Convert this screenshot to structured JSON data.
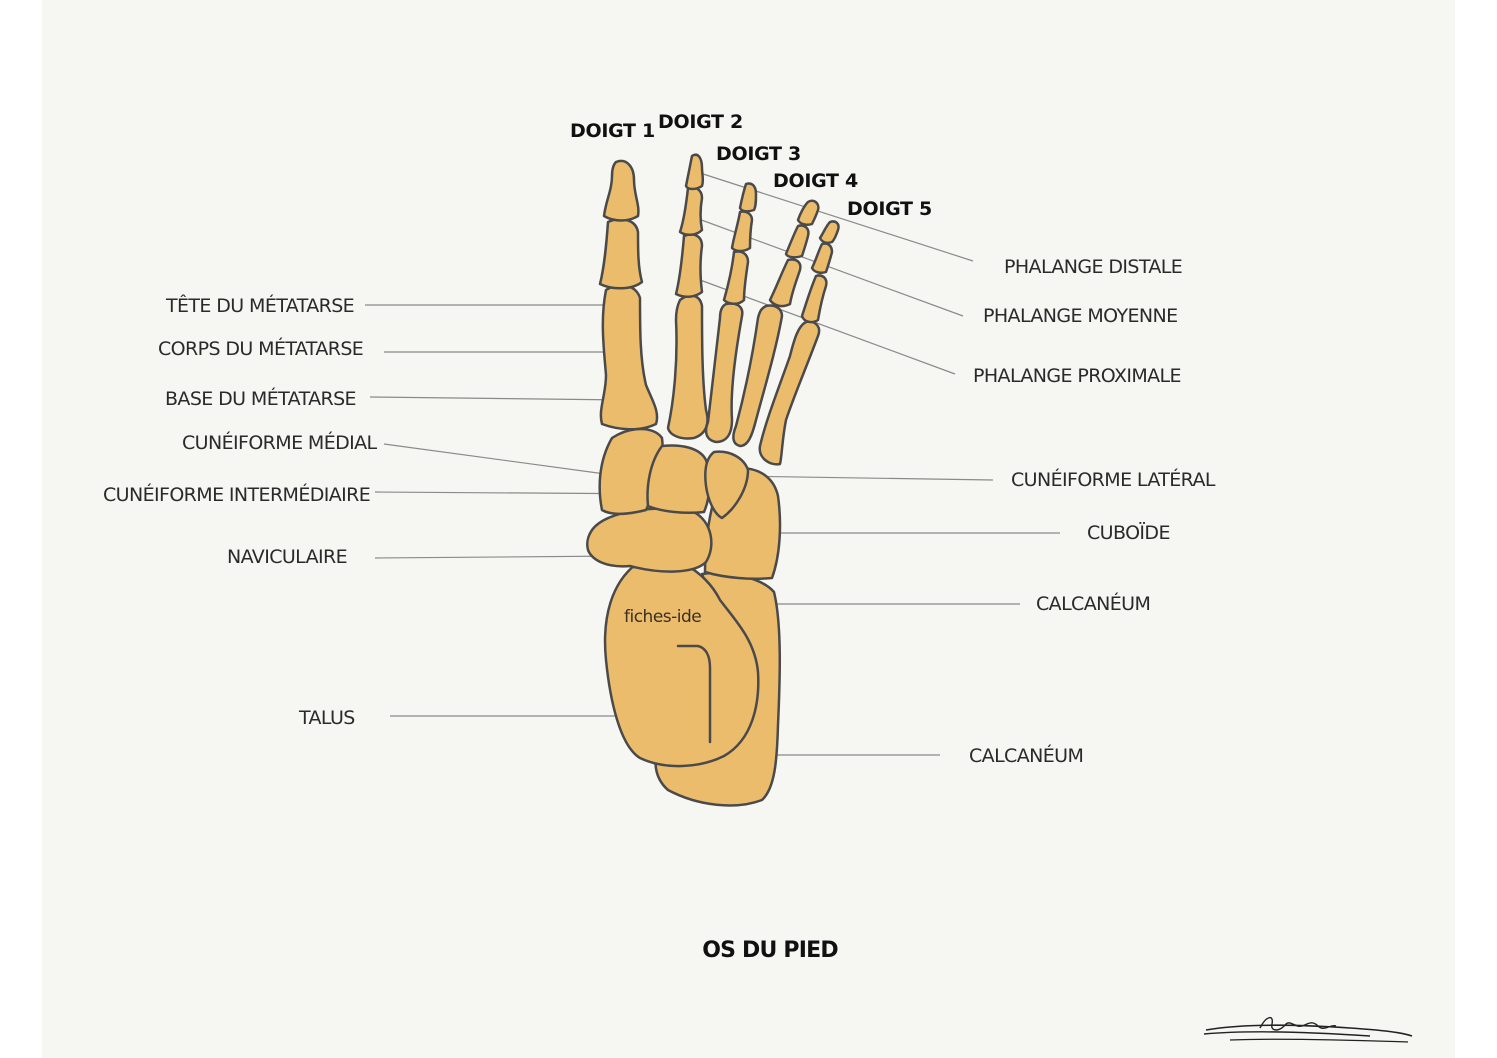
{
  "title": "OS DU PIED",
  "watermark": "fiches-ide",
  "toes": {
    "t1": "DOIGT 1",
    "t2": "DOIGT 2",
    "t3": "DOIGT 3",
    "t4": "DOIGT 4",
    "t5": "DOIGT 5"
  },
  "labels_left": {
    "tete": "TÊTE DU MÉTATARSE",
    "corps": "CORPS DU MÉTATARSE",
    "base": "BASE DU MÉTATARSE",
    "cun_medial": "CUNÉIFORME MÉDIAL",
    "cun_inter": "CUNÉIFORME INTERMÉDIAIRE",
    "naviculaire": "NAVICULAIRE",
    "talus": "TALUS"
  },
  "labels_right": {
    "phal_distale": "PHALANGE DISTALE",
    "phal_moyenne": "PHALANGE MOYENNE",
    "phal_proximale": "PHALANGE PROXIMALE",
    "cun_lateral": "CUNÉIFORME LATÉRAL",
    "cuboide": "CUBOÏDE",
    "calcaneum_1": "CALCANÉUM",
    "calcaneum_2": "CALCANÉUM"
  },
  "colors": {
    "bone": "#ecbc6d",
    "outline": "#4a4a4a",
    "background": "#f6f6f3",
    "leader": "#8a8a8a"
  }
}
